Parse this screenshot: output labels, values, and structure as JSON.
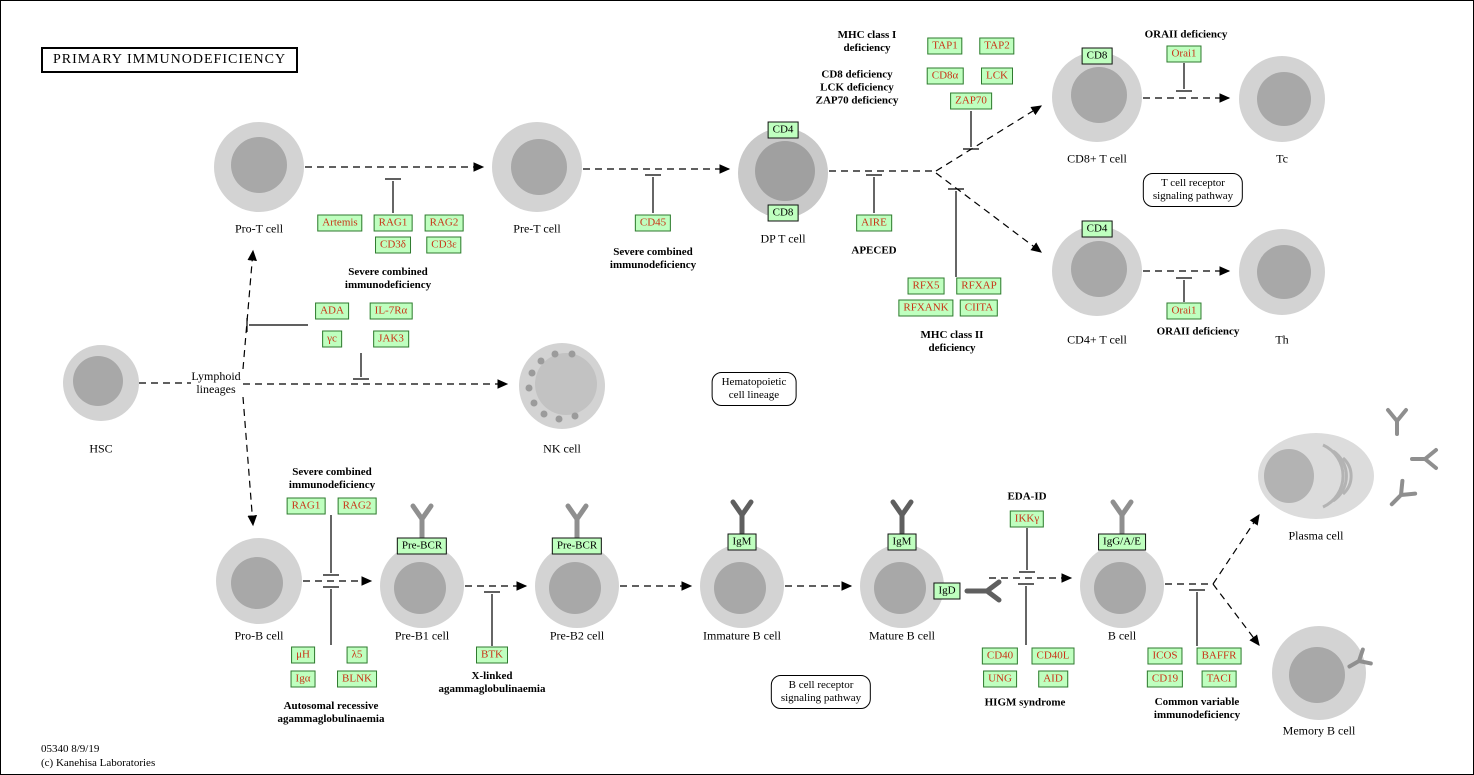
{
  "title": "PRIMARY  IMMUNODEFICIENCY",
  "footer": {
    "map_id": "05340 8/9/19",
    "copyright": "(c) Kanehisa Laboratories"
  },
  "colors": {
    "gene_box_bg": "#bfffbf",
    "gene_text": "#c93417",
    "cell_body": "#d3d3d3",
    "cell_nucleus": "#a8a8a8"
  },
  "cells": {
    "hsc": "HSC",
    "pro_t": "Pro-T cell",
    "pre_t": "Pre-T cell",
    "dp_t": "DP T cell",
    "cd8_t": "CD8+ T cell",
    "tc": "Tc",
    "cd4_t": "CD4+ T cell",
    "th": "Th",
    "nk": "NK cell",
    "pro_b": "Pro-B cell",
    "pre_b1": "Pre-B1 cell",
    "pre_b2": "Pre-B2 cell",
    "immature_b": "Immature B cell",
    "mature_b": "Mature B cell",
    "b": "B cell",
    "plasma": "Plasma cell",
    "memory_b": "Memory B cell",
    "lymphoid": "Lymphoid\nlineages"
  },
  "pathway_links": {
    "tcr": "T cell receptor\nsignaling pathway",
    "hematopoietic": "Hematopoietic\ncell lineage",
    "bcr": "B cell receptor\nsignaling pathway"
  },
  "genes": {
    "artemis": "Artemis",
    "rag1_t": "RAG1",
    "rag2_t": "RAG2",
    "cd3d": "CD3δ",
    "cd3e": "CD3ε",
    "ada": "ADA",
    "il7ra": "IL-7Rα",
    "gamma_c": "γc",
    "jak3": "JAK3",
    "cd45": "CD45",
    "aire": "AIRE",
    "tap1": "TAP1",
    "tap2": "TAP2",
    "cd8a": "CD8α",
    "lck": "LCK",
    "zap70": "ZAP70",
    "orai1_top": "Orai1",
    "orai1_bottom": "Orai1",
    "rfx5": "RFX5",
    "rfxap": "RFXAP",
    "rfxank": "RFXANK",
    "ciita": "CIITA",
    "rag1_b": "RAG1",
    "rag2_b": "RAG2",
    "mu_h": "μH",
    "lambda5": "λ5",
    "ig_alpha": "Igα",
    "blnk": "BLNK",
    "btk": "BTK",
    "ikk_gamma": "IKKγ",
    "cd40": "CD40",
    "cd40l": "CD40L",
    "ung": "UNG",
    "aid": "AID",
    "icos": "ICOS",
    "baffr": "BAFFR",
    "cd19": "CD19",
    "taci": "TACI"
  },
  "receptors": {
    "cd4_dp": "CD4",
    "cd8_dp": "CD8",
    "cd8_top": "CD8",
    "cd4_mid": "CD4",
    "pre_bcr_1": "Pre-BCR",
    "pre_bcr_2": "Pre-BCR",
    "igm_immature": "IgM",
    "igm_mature": "IgM",
    "igd": "IgD",
    "ig_gae": "IgG/A/E"
  },
  "diseases": {
    "mhc1": "MHC class I\ndeficiency",
    "cd8_lck_zap": "CD8 deficiency\nLCK deficiency\nZAP70 deficiency",
    "oraii_top": "ORAII deficiency",
    "scid_t": "Severe combined\nimmunodeficiency",
    "scid_cd45": "Severe combined\nimmunodeficiency",
    "apeced": "APECED",
    "mhc2": "MHC class II\ndeficiency",
    "oraii_bottom": "ORAII deficiency",
    "scid_b": "Severe combined\nimmunodeficiency",
    "ar_agamma": "Autosomal recessive\nagammaglobulinaemia",
    "xla": "X-linked\nagammaglobulinaemia",
    "eda_id": "EDA-ID",
    "higm": "HIGM syndrome",
    "cvid": "Common variable\nimmunodeficiency"
  }
}
